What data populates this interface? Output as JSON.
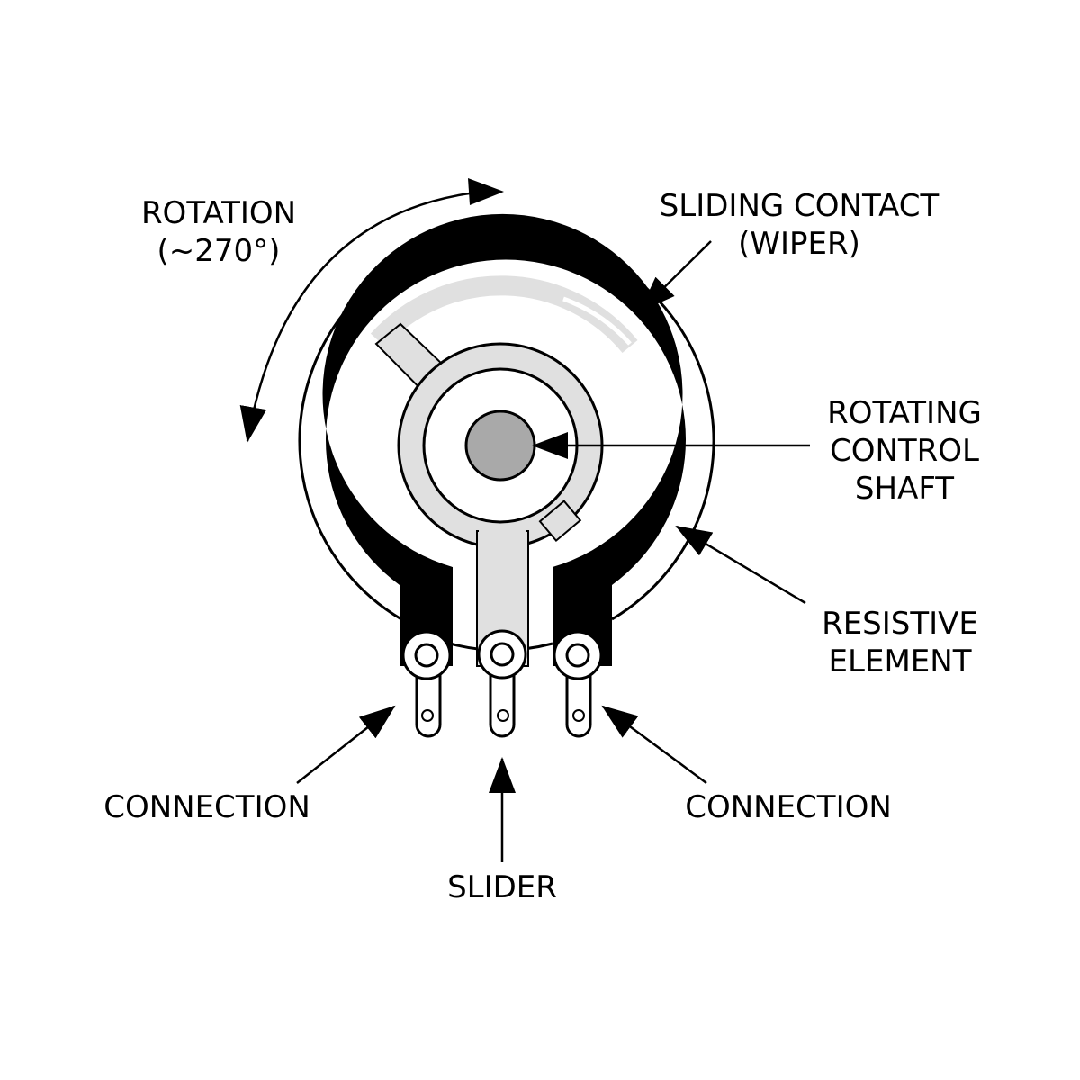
{
  "labels": {
    "rotation": "ROTATION",
    "rotation_angle": "(~270°)",
    "wiper_line1": "SLIDING CONTACT",
    "wiper_line2": "(WIPER)",
    "shaft_line1": "ROTATING",
    "shaft_line2": "CONTROL",
    "shaft_line3": "SHAFT",
    "resistive_line1": "RESISTIVE",
    "resistive_line2": "ELEMENT",
    "connection_left": "CONNECTION",
    "connection_right": "CONNECTION",
    "slider": "SLIDER"
  },
  "colors": {
    "ink": "#000000",
    "track": "#e0e0e0",
    "shaft": "#a9a9a9"
  }
}
